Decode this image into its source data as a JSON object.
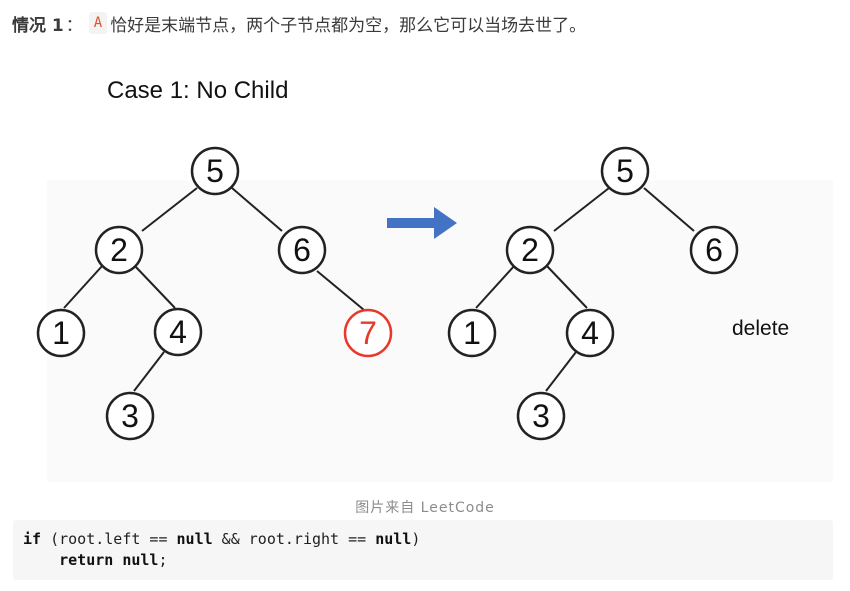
{
  "intro": {
    "label": "情况 1",
    "separator": "：",
    "code": "A",
    "text": "恰好是末端节点，两个子节点都为空，那么它可以当场去世了。"
  },
  "figure": {
    "title": "Case 1: No Child",
    "annotation": "delete",
    "colors": {
      "arrow": "#4472c4",
      "deleted_node": "#e8382a",
      "node_stroke": "#222222"
    },
    "before_tree": {
      "nodes": [
        "5",
        "2",
        "6",
        "1",
        "4",
        "7",
        "3"
      ],
      "deleted": "7"
    },
    "after_tree": {
      "nodes": [
        "5",
        "2",
        "6",
        "1",
        "4",
        "3"
      ]
    }
  },
  "caption": "图片来自 LeetCode",
  "code": {
    "line1": {
      "kw_if": "if",
      "part1": " (root.left == ",
      "kw_null1": "null",
      "part2": " && root.right == ",
      "kw_null2": "null",
      "part3": ")"
    },
    "line2": {
      "indent": "    ",
      "kw_return": "return",
      "space": " ",
      "kw_null": "null",
      "end": ";"
    }
  }
}
